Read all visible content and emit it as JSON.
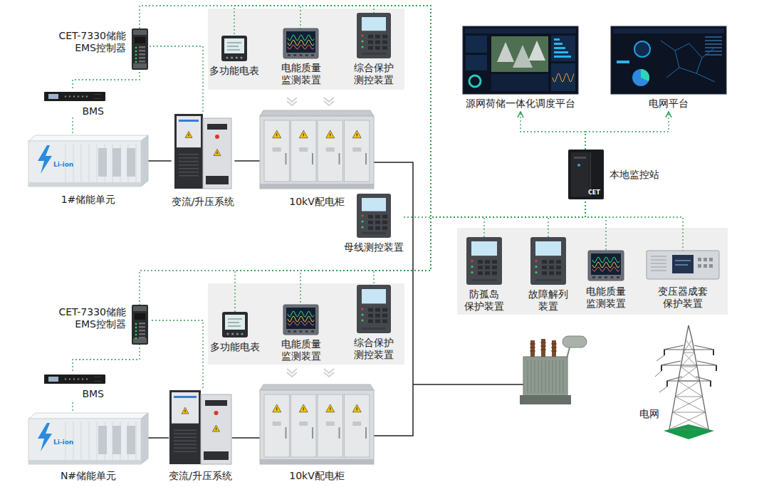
{
  "diagram": {
    "nodes": [
      {
        "text": [
          "CET-7330储能 EMS控制器"
        ]
      },
      {
        "text": [
          "BMS"
        ]
      },
      {
        "text": [
          "1#储能单元"
        ]
      },
      {
        "text": [
          "变流/升压系统"
        ]
      },
      {
        "text": [
          "10kV配电柜"
        ]
      },
      {
        "text": [
          "多功能电表"
        ]
      },
      {
        "text": [
          "电能质量 监测装置"
        ]
      },
      {
        "text": [
          "综合保护 测控装置"
        ]
      },
      {
        "text": [
          "母线测控装置"
        ]
      },
      {
        "text": [
          "源网荷储一体化调度平台"
        ]
      },
      {
        "text": [
          "电网平台"
        ]
      },
      {
        "text": [
          "本地监控站"
        ]
      },
      {
        "text": [
          "防孤岛 保护装置"
        ]
      },
      {
        "text": [
          "故障解列 装置"
        ]
      },
      {
        "text": [
          "电能质量 监测装置"
        ]
      },
      {
        "text": [
          "变压器成套 保护装置"
        ]
      },
      {
        "text": [
          "CET-7330储能 EMS控制器"
        ]
      },
      {
        "text": [
          "BMS"
        ]
      },
      {
        "text": [
          "N#储能单元"
        ]
      },
      {
        "text": [
          "变流/升压系统"
        ]
      },
      {
        "text": [
          "10kV配电柜"
        ]
      },
      {
        "text": [
          "多功能电表"
        ]
      },
      {
        "text": [
          "电能质量 监测装置"
        ]
      },
      {
        "text": [
          "综合保护 测控装置"
        ]
      },
      {
        "text": [
          "电网"
        ]
      }
    ],
    "edges": [
      {
        "from": 0,
        "to": 11,
        "arrow": "none"
      },
      {
        "from": 5,
        "to": 11,
        "arrow": "none"
      },
      {
        "from": 6,
        "to": 11,
        "arrow": "none"
      },
      {
        "from": 7,
        "to": 11,
        "arrow": "none"
      },
      {
        "from": 16,
        "to": 11,
        "arrow": "none"
      },
      {
        "from": 21,
        "to": 11,
        "arrow": "none"
      },
      {
        "from": 22,
        "to": 11,
        "arrow": "none"
      },
      {
        "from": 23,
        "to": 11,
        "arrow": "none"
      },
      {
        "from": 8,
        "to": 11,
        "arrow": "none"
      },
      {
        "from": 12,
        "to": 11,
        "arrow": "none"
      },
      {
        "from": 13,
        "to": 11,
        "arrow": "none"
      },
      {
        "from": 14,
        "to": 11,
        "arrow": "none"
      },
      {
        "from": 15,
        "to": 11,
        "arrow": "none"
      },
      {
        "from": 11,
        "to": 9,
        "arrow": "to"
      },
      {
        "from": 11,
        "to": 10,
        "arrow": "to"
      },
      {
        "from": 0,
        "to": 1,
        "arrow": "none"
      },
      {
        "from": 1,
        "to": 2,
        "arrow": "none"
      },
      {
        "from": 0,
        "to": 3,
        "arrow": "none"
      },
      {
        "from": 16,
        "to": 17,
        "arrow": "none"
      },
      {
        "from": 17,
        "to": 18,
        "arrow": "none"
      },
      {
        "from": 16,
        "to": 19,
        "arrow": "none"
      },
      {
        "from": 2,
        "to": 3,
        "arrow": "none"
      },
      {
        "from": 3,
        "to": 4,
        "arrow": "none"
      },
      {
        "from": 4,
        "to": 20,
        "arrow": "none"
      },
      {
        "from": 18,
        "to": 19,
        "arrow": "none"
      },
      {
        "from": 19,
        "to": 20,
        "arrow": "none"
      }
    ],
    "labels": [
      "Li-ion",
      "Li-ion",
      "CET"
    ]
  }
}
